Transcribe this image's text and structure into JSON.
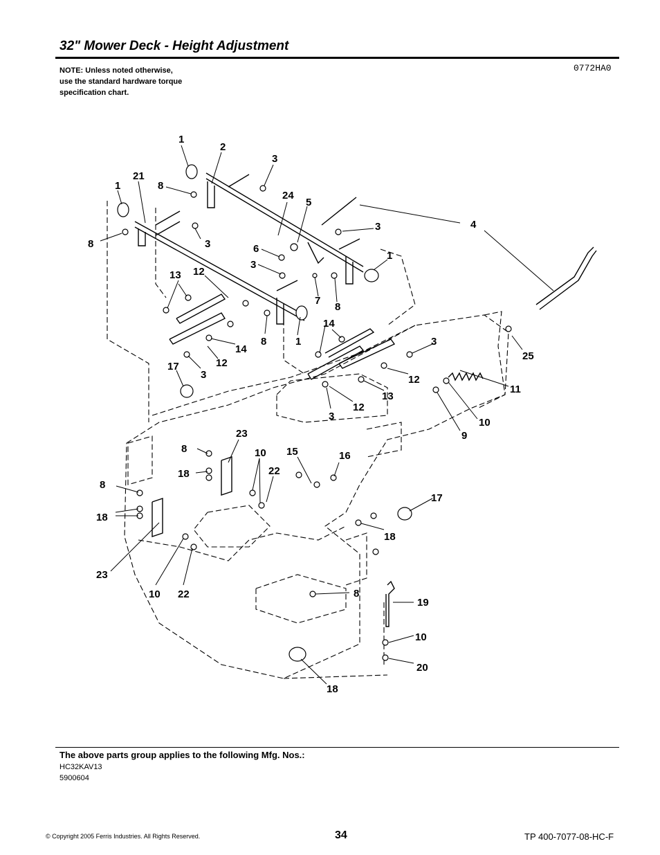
{
  "header": {
    "title": "32\" Mower Deck - Height Adjustment",
    "note_lines": [
      "NOTE: Unless noted otherwise,",
      "use the standard hardware torque",
      "specification chart."
    ],
    "diagram_code": "0772HA0"
  },
  "diagram": {
    "callouts": [
      "1",
      "2",
      "3",
      "21",
      "8",
      "24",
      "5",
      "1",
      "3",
      "4",
      "8",
      "3",
      "6",
      "3",
      "1",
      "13",
      "12",
      "7",
      "8",
      "14",
      "8",
      "1",
      "3",
      "25",
      "14",
      "17",
      "3",
      "12",
      "12",
      "11",
      "13",
      "3",
      "12",
      "10",
      "9",
      "23",
      "8",
      "10",
      "15",
      "16",
      "18",
      "22",
      "8",
      "17",
      "18",
      "18",
      "23",
      "10",
      "22",
      "8",
      "19",
      "10",
      "20",
      "18"
    ]
  },
  "footer": {
    "applies_text": "The above parts group applies to the following Mfg. Nos.:",
    "mfg_numbers": [
      "HC32KAV13",
      "5900604"
    ],
    "copyright": "© Copyright  2005 Ferris Industries. All Rights Reserved.",
    "page_number": "34",
    "doc_number": "TP 400-7077-08-HC-F"
  }
}
